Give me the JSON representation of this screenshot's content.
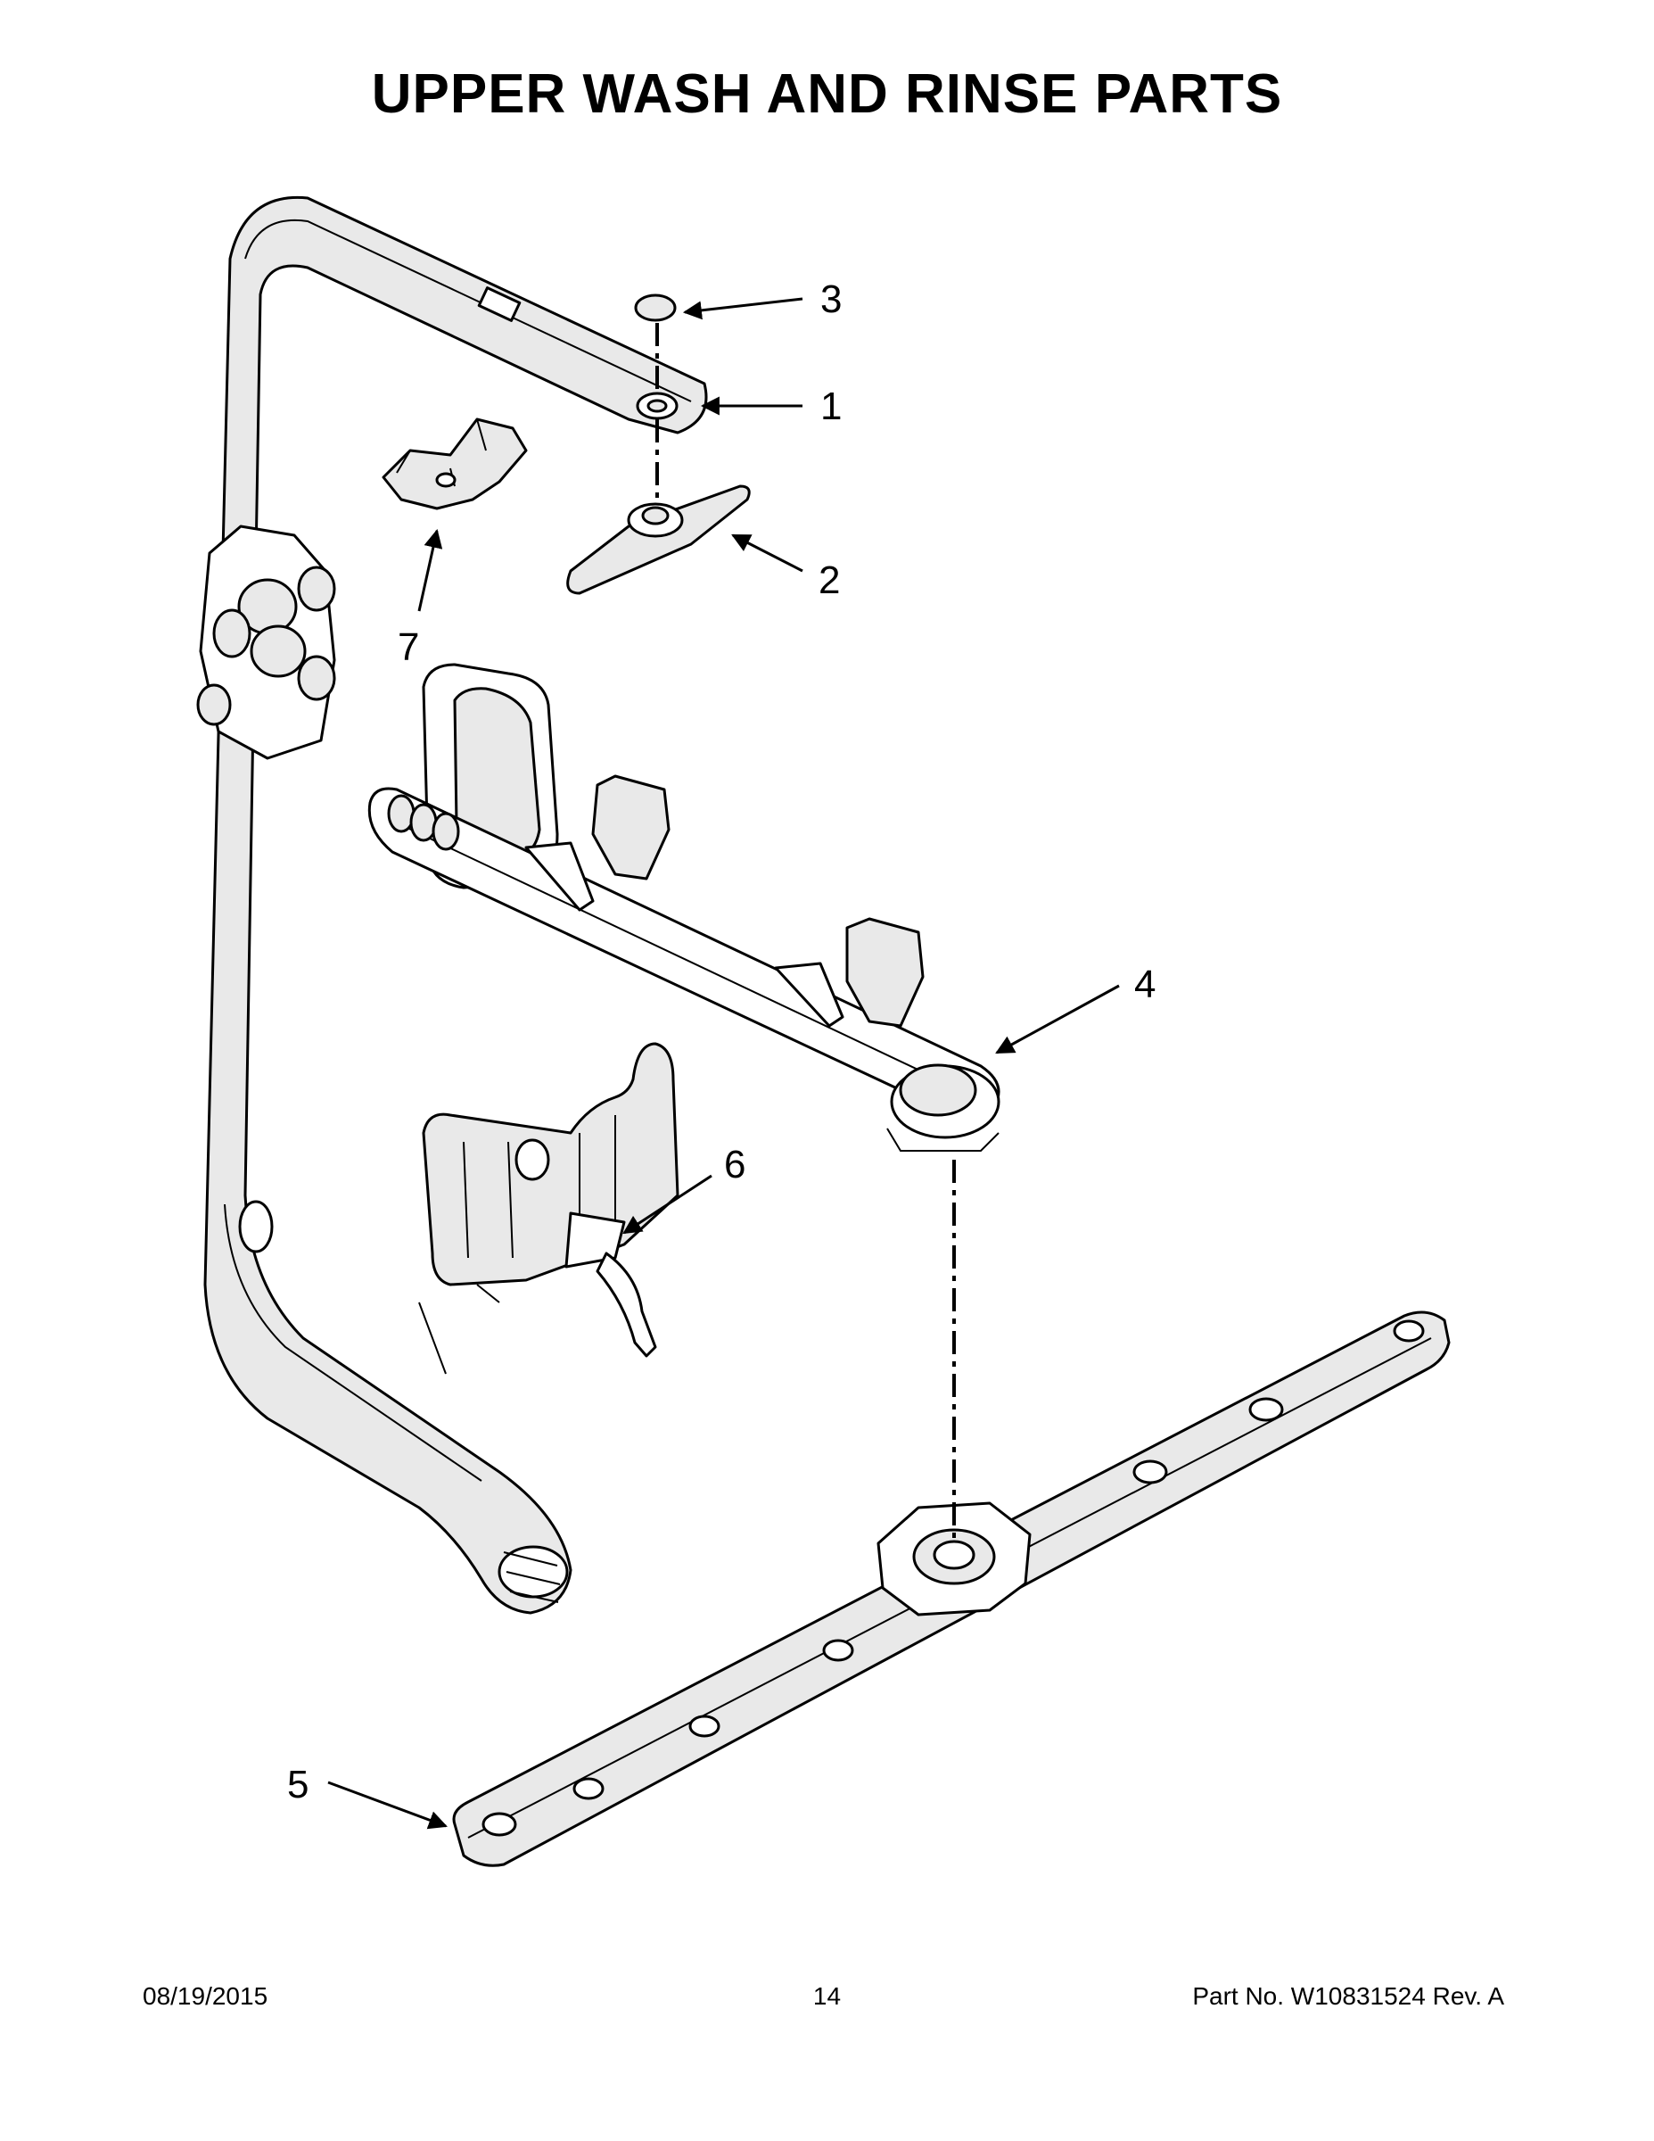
{
  "title": "UPPER WASH AND RINSE PARTS",
  "callouts": [
    "1",
    "2",
    "3",
    "4",
    "5",
    "6",
    "7"
  ],
  "footer": {
    "date": "08/19/2015",
    "page": "14",
    "part_number": "Part No.  W10831524  Rev.  A"
  }
}
